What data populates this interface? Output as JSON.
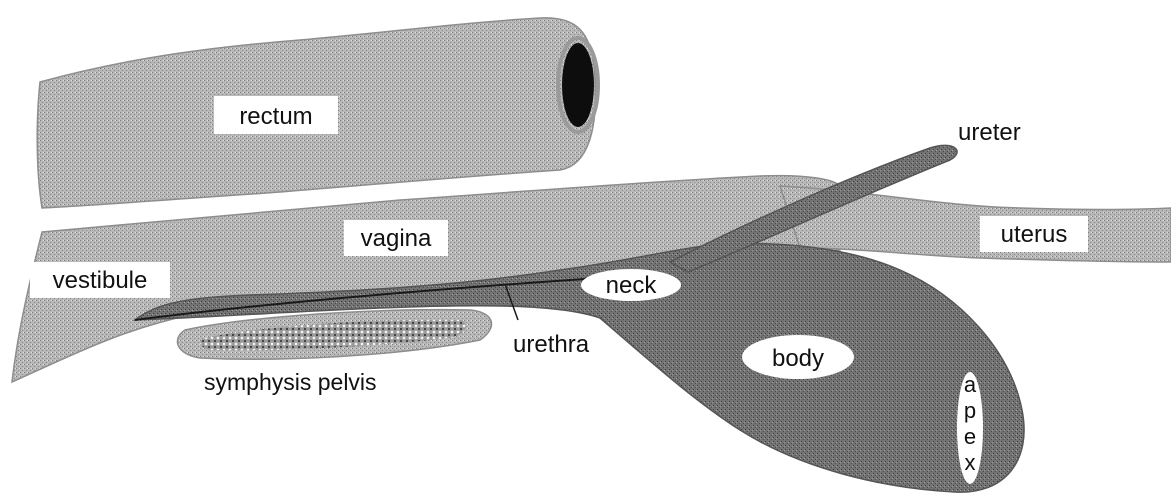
{
  "labels": {
    "rectum": "rectum",
    "ureter": "ureter",
    "vagina": "vagina",
    "uterus": "uterus",
    "vestibule": "vestibule",
    "neck": "neck",
    "urethra": "urethra",
    "body": "body",
    "symphysis_pelvis": "symphysis pelvis",
    "apex": [
      "a",
      "p",
      "e",
      "x"
    ]
  },
  "colors": {
    "light_tissue": "#b4b4b4",
    "dark_tissue": "#6f6f6f",
    "lumen": "#0d0d0d",
    "label_bg": "#ffffff",
    "ink": "#111111"
  }
}
